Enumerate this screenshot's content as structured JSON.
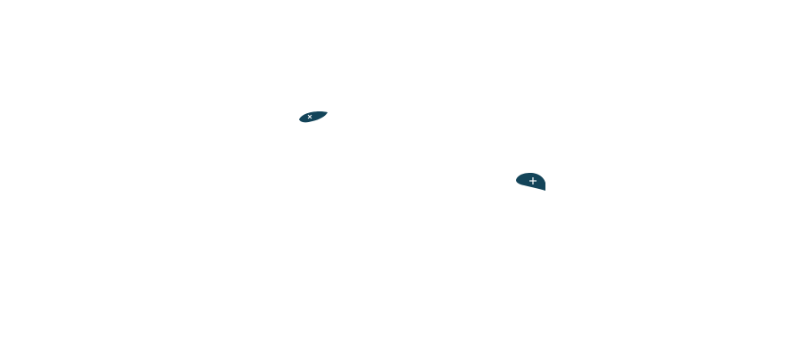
{
  "canvas": {
    "background": "#ffffff"
  },
  "handles": [
    {
      "id": "handle-1",
      "icon": "close-icon",
      "rotation_deg": 0,
      "glyph": "cross"
    },
    {
      "id": "handle-2",
      "icon": "plus-icon",
      "rotation_deg": 0,
      "glyph": "plus"
    }
  ],
  "colors": {
    "handle_fill": "#134459",
    "glyph_stroke": "#ffffff"
  }
}
